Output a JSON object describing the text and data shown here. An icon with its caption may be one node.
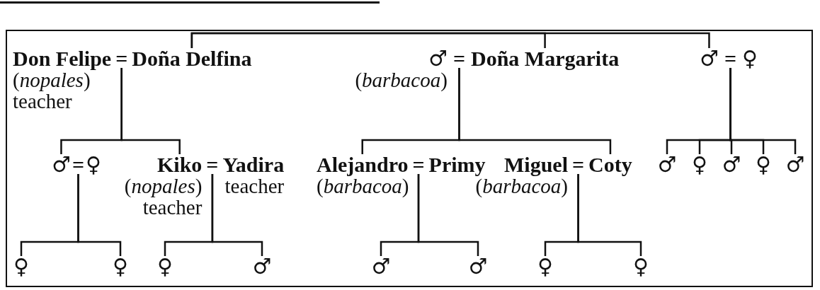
{
  "diagram": {
    "nodes": [
      {
        "text": [
          "="
        ]
      },
      {
        "text": [
          "Don Felipe"
        ],
        "in": 0,
        "beside": [
          "(*nopales*)",
          "teacher"
        ]
      },
      {
        "text": [
          "Doña Delfina"
        ],
        "in": 0
      },
      {
        "text": [
          "="
        ]
      },
      {
        "text": [
          "♂"
        ],
        "in": 3,
        "beside": [
          "(*barbacoa*)"
        ]
      },
      {
        "text": [
          "Doña Margarita"
        ],
        "in": 3
      },
      {
        "text": [
          "="
        ]
      },
      {
        "text": [
          "♂"
        ],
        "in": 6
      },
      {
        "text": [
          "♀"
        ],
        "in": 6
      },
      {
        "text": [
          "="
        ]
      },
      {
        "text": [
          "♂"
        ],
        "in": 9
      },
      {
        "text": [
          "♀"
        ],
        "in": 9
      },
      {
        "text": [
          "="
        ]
      },
      {
        "text": [
          "Kiko"
        ],
        "in": 12,
        "beside": [
          "(*nopales*)",
          "teacher"
        ]
      },
      {
        "text": [
          "Yadira"
        ],
        "in": 12,
        "beside": [
          "teacher"
        ]
      },
      {
        "text": [
          "="
        ]
      },
      {
        "text": [
          "Alejandro"
        ],
        "in": 15,
        "beside": [
          "(*barbacoa*)"
        ]
      },
      {
        "text": [
          "Primy"
        ],
        "in": 15
      },
      {
        "text": [
          "="
        ]
      },
      {
        "text": [
          "Miguel"
        ],
        "in": 18,
        "beside": [
          "(*barbacoa*)"
        ]
      },
      {
        "text": [
          "Coty"
        ],
        "in": 18
      },
      {
        "text": [
          "♂"
        ]
      },
      {
        "text": [
          "♀"
        ]
      },
      {
        "text": [
          "♂"
        ]
      },
      {
        "text": [
          "♀"
        ]
      },
      {
        "text": [
          "♂"
        ]
      },
      {
        "text": [
          "♀"
        ]
      },
      {
        "text": [
          "♀"
        ]
      },
      {
        "text": [
          "♀"
        ]
      },
      {
        "text": [
          "♂"
        ]
      },
      {
        "text": [
          "♂"
        ]
      },
      {
        "text": [
          "♂"
        ]
      },
      {
        "text": [
          "♀"
        ]
      },
      {
        "text": [
          "♀"
        ]
      }
    ],
    "edges": [
      {
        "from": 2,
        "to": 5,
        "arrow": "none"
      },
      {
        "from": 2,
        "to": 7,
        "arrow": "none"
      },
      {
        "from": 0,
        "to": 10,
        "arrow": "none"
      },
      {
        "from": 0,
        "to": 13,
        "arrow": "none"
      },
      {
        "from": 3,
        "to": 16,
        "arrow": "none"
      },
      {
        "from": 3,
        "to": 20,
        "arrow": "none"
      },
      {
        "from": 6,
        "to": 21,
        "arrow": "none"
      },
      {
        "from": 6,
        "to": 22,
        "arrow": "none"
      },
      {
        "from": 6,
        "to": 23,
        "arrow": "none"
      },
      {
        "from": 6,
        "to": 24,
        "arrow": "none"
      },
      {
        "from": 6,
        "to": 25,
        "arrow": "none"
      },
      {
        "from": 9,
        "to": 26,
        "arrow": "none"
      },
      {
        "from": 9,
        "to": 27,
        "arrow": "none"
      },
      {
        "from": 12,
        "to": 28,
        "arrow": "none"
      },
      {
        "from": 12,
        "to": 29,
        "arrow": "none"
      },
      {
        "from": 15,
        "to": 30,
        "arrow": "none"
      },
      {
        "from": 15,
        "to": 31,
        "arrow": "none"
      },
      {
        "from": 18,
        "to": 32,
        "arrow": "none"
      },
      {
        "from": 18,
        "to": 33,
        "arrow": "none"
      }
    ]
  }
}
